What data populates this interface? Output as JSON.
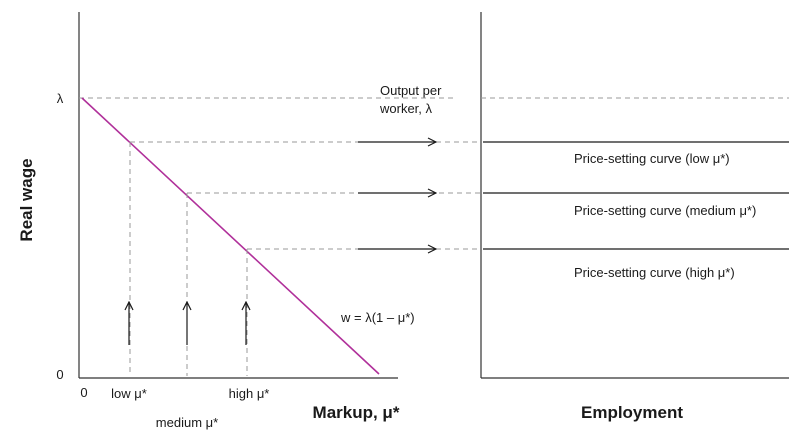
{
  "left_panel": {
    "y_axis_title": "Real wage",
    "x_axis_title": "Markup, μ*",
    "y_tick_lambda": "λ",
    "y_tick_zero": "0",
    "x_tick_zero": "0",
    "x_tick_low": "low μ*",
    "x_tick_medium": "medium μ*",
    "x_tick_high": "high μ*",
    "output_label_line1": "Output per",
    "output_label_line2": "worker, λ",
    "line_label": "w  =  λ(1 – μ*)"
  },
  "right_panel": {
    "x_axis_title": "Employment",
    "curve_low_label": "Price-setting curve (low μ*)",
    "curve_medium_label": "Price-setting curve (medium μ*)",
    "curve_high_label": "Price-setting curve (high μ*)"
  },
  "colors": {
    "axis": "#333333",
    "wage_line": "#b0309a",
    "dashed": "#9a9a9a",
    "curve": "#1a1a1a"
  }
}
